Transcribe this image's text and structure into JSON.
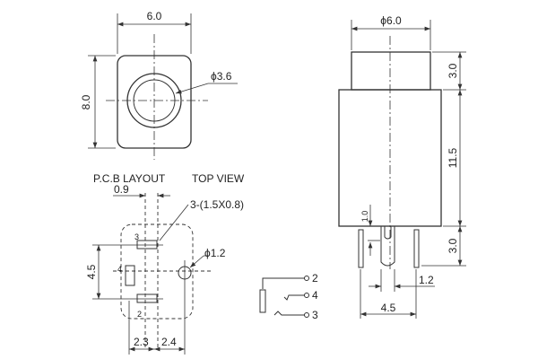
{
  "top_left_view": {
    "width_dim": "6.0",
    "height_dim": "8.0",
    "diameter_dim": "ϕ3.6"
  },
  "side_view": {
    "diameter_dim": "ϕ6.0",
    "cap_height": "3.0",
    "body_height": "11.5",
    "pin_length": "3.0",
    "offset_dim": "1.0",
    "tube_dim": "1.2",
    "pin_spacing": "4.5"
  },
  "pcb_layout": {
    "title": "P.C.B LAYOUT",
    "subtitle": "TOP VIEW",
    "pad_width_dim": "0.9",
    "pad_note": "3-(1.5X0.8)",
    "hole_dim": "ϕ1.2",
    "vertical_dim": "4.5",
    "left_dim": "2.3",
    "right_dim": "2.4",
    "pins": [
      "3",
      "4",
      "2"
    ]
  },
  "schematic": {
    "pins": [
      "2",
      "4",
      "3"
    ]
  }
}
